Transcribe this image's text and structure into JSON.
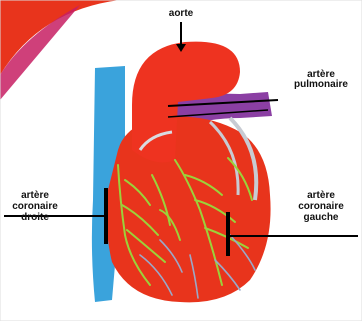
{
  "labels": {
    "aorta": "aorte",
    "pulmonary_line1": "artère",
    "pulmonary_line2": "pulmonaire",
    "right_coronary_line1": "artère",
    "right_coronary_line2": "coronaire",
    "right_coronary_line3": "droite",
    "left_coronary_line1": "artère",
    "left_coronary_line2": "coronaire",
    "left_coronary_line3": "gauche"
  },
  "colors": {
    "page_background": "#ffffff",
    "corner_accent": "#e8341c",
    "corner_accent_dark": "#c71f63",
    "heart": "#e8341c",
    "aorta": "#ee3320",
    "vena_cava": "#3aa3dc",
    "pulmonary_artery": "#8b3fa3",
    "coronary_vessels": "#9bd23a",
    "cardiac_veins": "#9aa8c8",
    "leader_lines": "#000000"
  }
}
